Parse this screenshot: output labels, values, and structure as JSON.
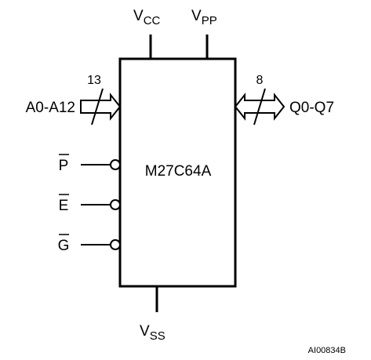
{
  "diagram": {
    "chip_name": "M27C64A",
    "power": {
      "vcc": {
        "main": "V",
        "sub": "CC"
      },
      "vpp": {
        "main": "V",
        "sub": "PP"
      },
      "vss": {
        "main": "V",
        "sub": "SS"
      }
    },
    "address_bus": {
      "label": "A0-A12",
      "width": "13"
    },
    "data_bus": {
      "label": "Q0-Q7",
      "width": "8"
    },
    "control_pins": [
      {
        "name": "P",
        "active_low": true
      },
      {
        "name": "E",
        "active_low": true
      },
      {
        "name": "G",
        "active_low": true
      }
    ],
    "reference": "AI00834B",
    "colors": {
      "line": "#000000",
      "background": "#ffffff"
    }
  }
}
